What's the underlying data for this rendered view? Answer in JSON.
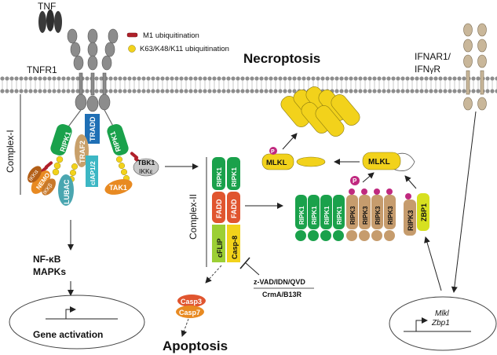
{
  "ligand": {
    "tnf": "TNF"
  },
  "receptors": {
    "tnfr1": "TNFR1",
    "ifnar_line1": "IFNAR1/",
    "ifnar_line2_prefix": "IFN",
    "ifnar_gamma": "γ",
    "ifnar_line2_suffix": "R"
  },
  "legend": {
    "m1": "M1 ubiquitination",
    "k63": "K63/K48/K11 ubiquitination"
  },
  "titles": {
    "necroptosis": "Necroptosis",
    "apoptosis": "Apoptosis"
  },
  "complex1": {
    "label": "Complex-I",
    "ripk1": "RIPK1",
    "tradd": "TRADD",
    "traf2": "TRAF2",
    "ciap12": "cIAP1/2",
    "ripk1_b": "RIPK1",
    "nemo": "NEMO",
    "ikka": "IKKα",
    "ikkb": "IKKβ",
    "lubac": "LUBAC",
    "tak1": "TAK1",
    "tbk1": "TBK1",
    "ikke": "IKKε"
  },
  "complex2": {
    "label": "Complex-II",
    "ripk1": "RIPK1",
    "fadd": "FADD",
    "cflip": "cFLIP",
    "casp8": "Casp-8"
  },
  "inhibitors": {
    "line1": "z-VAD/IDN/QVD",
    "line2": "CrmA/B13R"
  },
  "caspases": {
    "casp3": "Casp3",
    "casp7": "Casp7"
  },
  "necrosome": {
    "ripk1": "RIPK1",
    "ripk3": "RIPK3",
    "p": "P"
  },
  "mlkl": {
    "label": "MLKL"
  },
  "zbp1_complex": {
    "ripk3": "RIPK3",
    "zbp1": "ZBP1"
  },
  "outputs": {
    "nfkb_prefix": "NF-",
    "nfkb_kappa": "κ",
    "nfkb_suffix": "B",
    "mapks": "MAPKs",
    "gene_activation": "Gene activation",
    "mlkl_gene": "Mlkl",
    "zbp1_gene": "Zbp1"
  },
  "colors": {
    "membrane": "#4a4a4a",
    "receptor": "#8c8c8c",
    "ripk1": "#1aa14b",
    "tradd": "#1f6fb5",
    "traf2": "#c8a06a",
    "ciap": "#3cb7c4",
    "nemo": "#e88a22",
    "lubac": "#4aa6b0",
    "tak1": "#e88a22",
    "fadd": "#e0552f",
    "cflip": "#9ccf34",
    "casp8": "#f2d21b",
    "mlkl": "#f2d21b",
    "ripk3": "#c69c6d",
    "zbp1": "#d7e020",
    "phospho": "#c0297f",
    "m1": "#b0202a",
    "k63": "#f2d21b"
  }
}
